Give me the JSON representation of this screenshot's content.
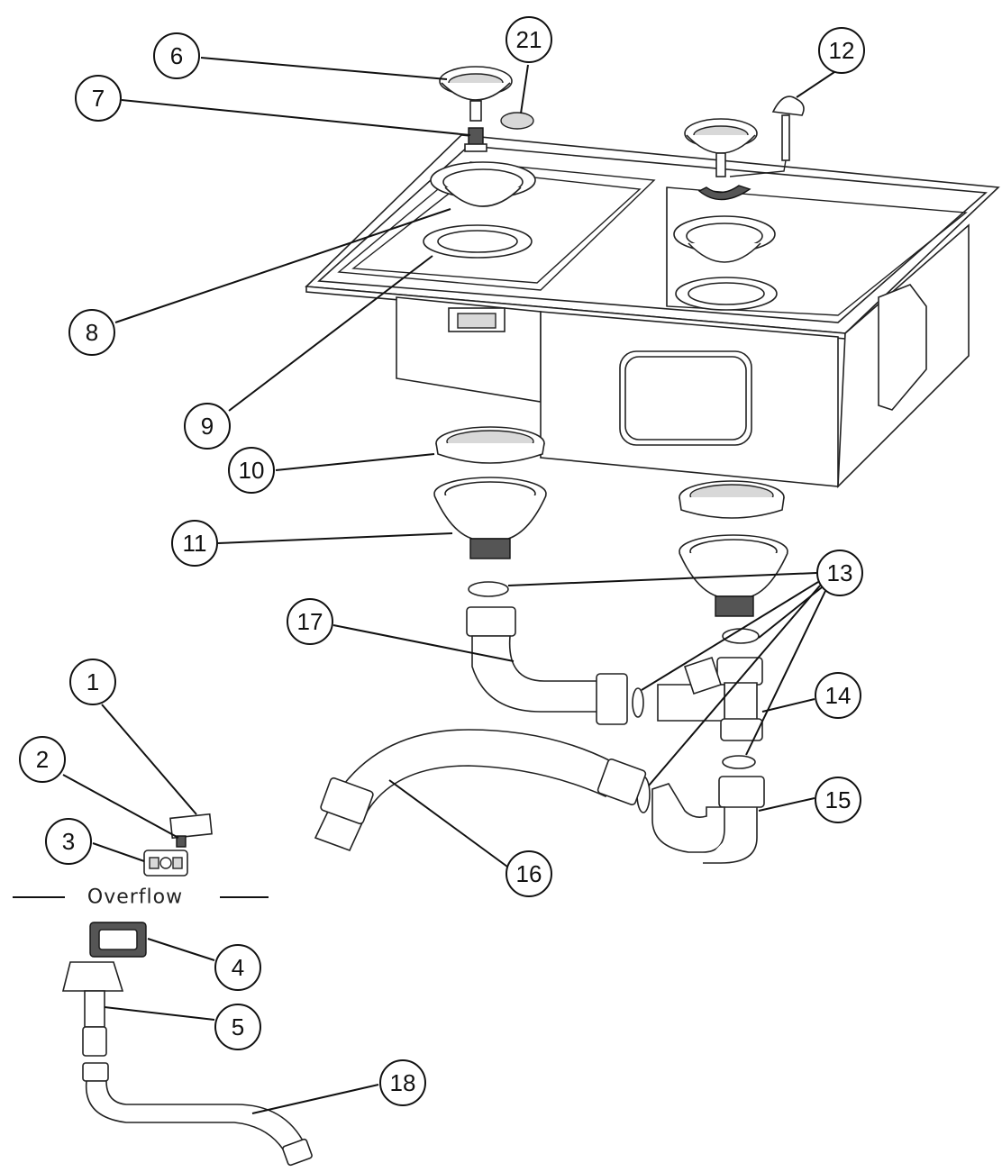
{
  "diagram": {
    "callouts": [
      {
        "id": "c1",
        "label": "1"
      },
      {
        "id": "c2",
        "label": "2"
      },
      {
        "id": "c3",
        "label": "3"
      },
      {
        "id": "c4",
        "label": "4"
      },
      {
        "id": "c5",
        "label": "5"
      },
      {
        "id": "c6",
        "label": "6"
      },
      {
        "id": "c7",
        "label": "7"
      },
      {
        "id": "c8",
        "label": "8"
      },
      {
        "id": "c9",
        "label": "9"
      },
      {
        "id": "c10",
        "label": "10"
      },
      {
        "id": "c11",
        "label": "11"
      },
      {
        "id": "c12",
        "label": "12"
      },
      {
        "id": "c13",
        "label": "13"
      },
      {
        "id": "c14",
        "label": "14"
      },
      {
        "id": "c15",
        "label": "15"
      },
      {
        "id": "c16",
        "label": "16"
      },
      {
        "id": "c17",
        "label": "17"
      },
      {
        "id": "c18",
        "label": "18"
      },
      {
        "id": "c21",
        "label": "21"
      }
    ],
    "section_label": "Overflow"
  }
}
